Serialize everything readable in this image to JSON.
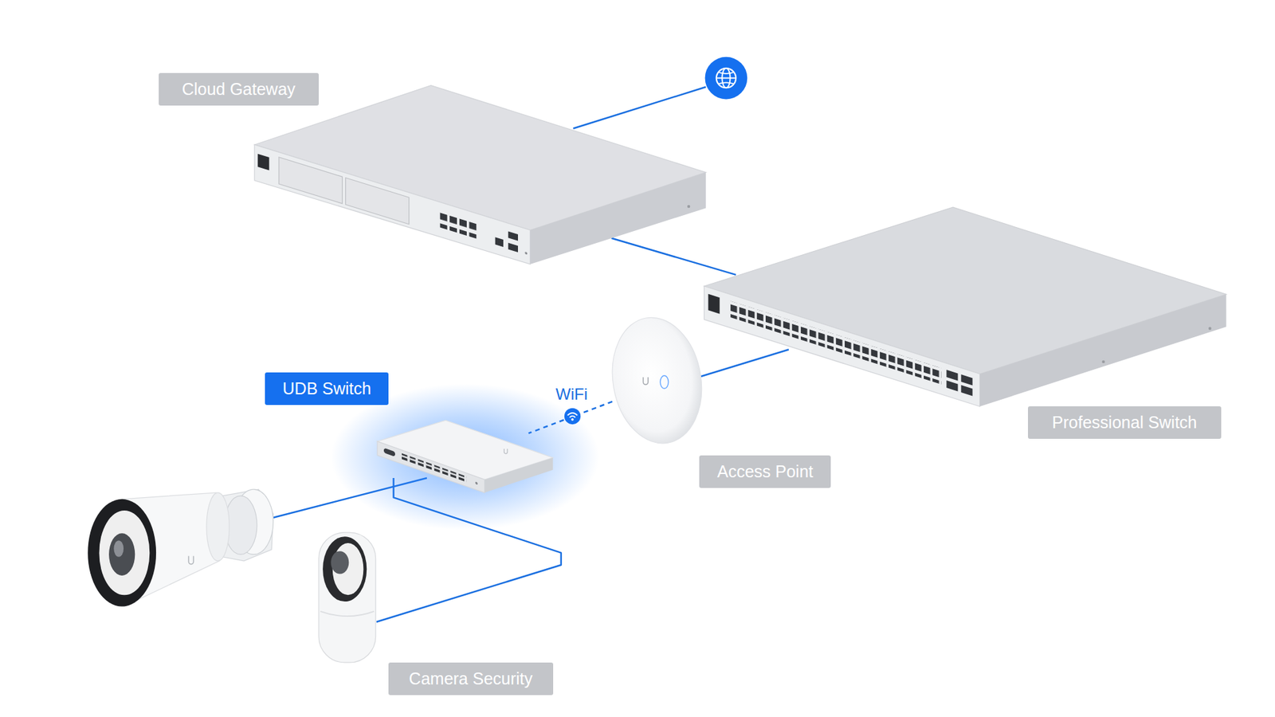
{
  "diagram": {
    "nodes": [
      {
        "text": [
          "Cloud Gateway"
        ]
      },
      {
        "text": [
          "Professional Switch"
        ]
      },
      {
        "text": [
          "Access Point"
        ]
      },
      {
        "text": [
          "UDB Switch"
        ]
      },
      {
        "text": [
          "Camera Security"
        ]
      }
    ],
    "edges": [
      {
        "from": 0,
        "to": 1,
        "arrow": "none"
      },
      {
        "from": 1,
        "to": 2,
        "arrow": "none"
      },
      {
        "from": 2,
        "to": 3,
        "label": "WiFi",
        "arrow": "none"
      },
      {
        "from": 3,
        "to": 4,
        "arrow": "none"
      },
      {
        "from": 3,
        "to": 4,
        "arrow": "none"
      }
    ]
  }
}
